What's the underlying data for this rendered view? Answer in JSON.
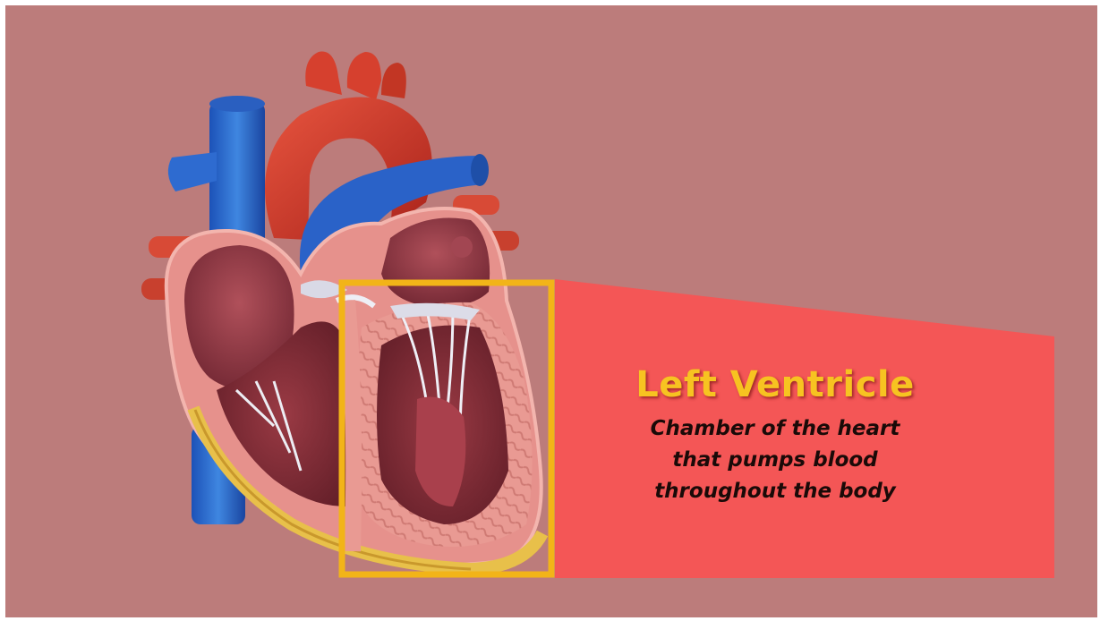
{
  "callout": {
    "title": "Left Ventricle",
    "description_lines": [
      "Chamber of the heart",
      "that pumps blood",
      "throughout the body"
    ]
  },
  "colors": {
    "background": "#bc7c7b",
    "callout_panel": "#f45656",
    "highlight_box": "#f2b418",
    "title_text": "#f7c321",
    "description_text": "#1a0a08"
  },
  "illustration": {
    "subject": "heart cross-section illustration",
    "highlighted_region": "left ventricle"
  }
}
